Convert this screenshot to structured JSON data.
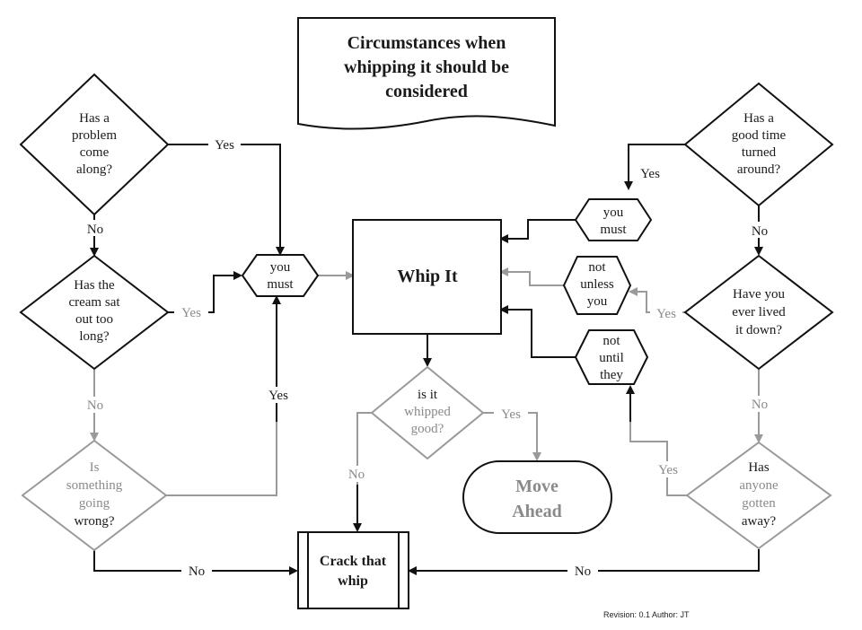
{
  "title": {
    "lines": [
      "Circumstances when",
      "whipping it should be",
      "considered"
    ]
  },
  "left_column": {
    "d1": [
      "Has a",
      "problem",
      "come",
      "along?"
    ],
    "d2": [
      "Has the",
      "cream sat",
      "out too",
      "long?"
    ],
    "d3": [
      "Is",
      "something",
      "going",
      "wrong?"
    ]
  },
  "right_column": {
    "d1": [
      "Has a",
      "good time",
      "turned",
      "around?"
    ],
    "d2": [
      "Have you",
      "ever lived",
      "it down?"
    ],
    "d3": [
      "Has",
      "anyone",
      "gotten",
      "away?"
    ]
  },
  "center": {
    "whip_it": "Whip It",
    "is_whipped": [
      "is it",
      "whipped",
      "good?"
    ],
    "crack": [
      "Crack that",
      "whip"
    ],
    "move_ahead": [
      "Move",
      "Ahead"
    ]
  },
  "hexagons": {
    "left_you_must": [
      "you",
      "must"
    ],
    "right_you_must": [
      "you",
      "must"
    ],
    "not_unless": [
      "not",
      "unless",
      "you"
    ],
    "not_until": [
      "not",
      "until",
      "they"
    ]
  },
  "edge_labels": {
    "yes": "Yes",
    "no": "No"
  },
  "revision": "Revision: 0.1  Author: JT"
}
